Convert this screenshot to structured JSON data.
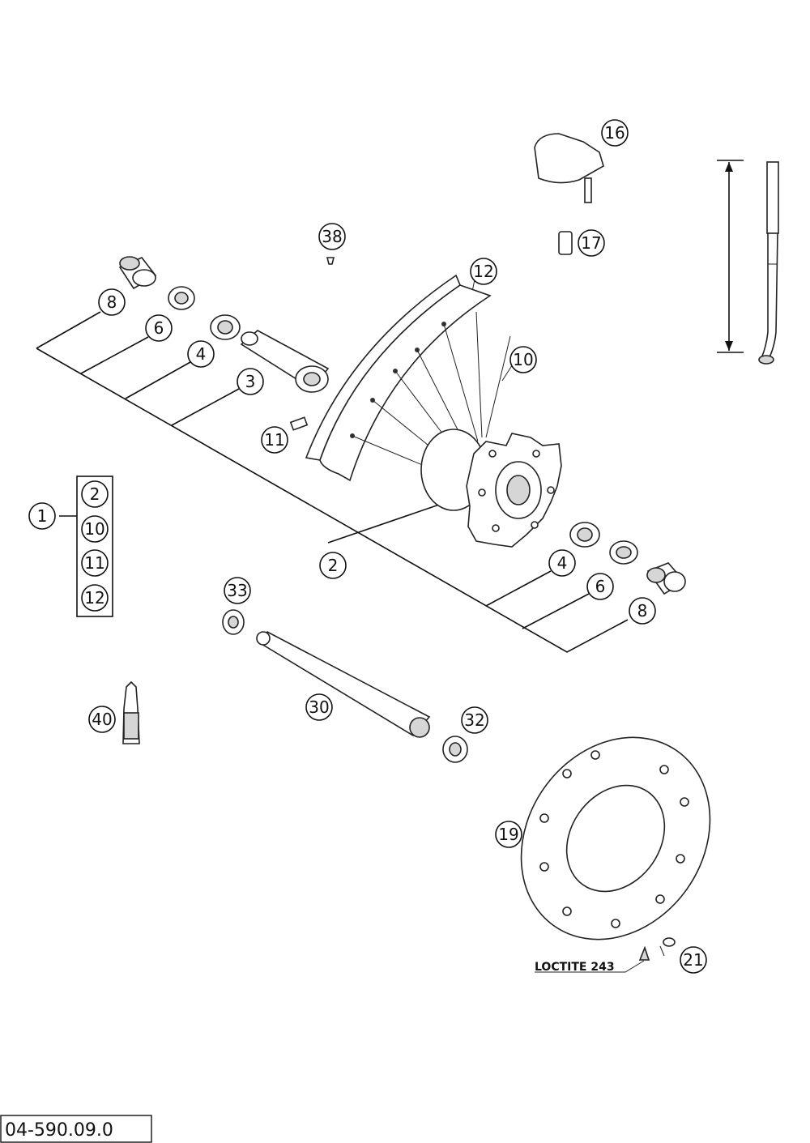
{
  "diagram": {
    "callouts": [
      "1",
      "2",
      "3",
      "4",
      "6",
      "8",
      "10",
      "11",
      "12",
      "16",
      "17",
      "19",
      "21",
      "30",
      "32",
      "33",
      "38",
      "40"
    ],
    "kit": {
      "label": "1",
      "items": [
        "2",
        "10",
        "11",
        "12"
      ]
    },
    "note": "LOCTITE 243",
    "reference": "04-590.09.0"
  }
}
